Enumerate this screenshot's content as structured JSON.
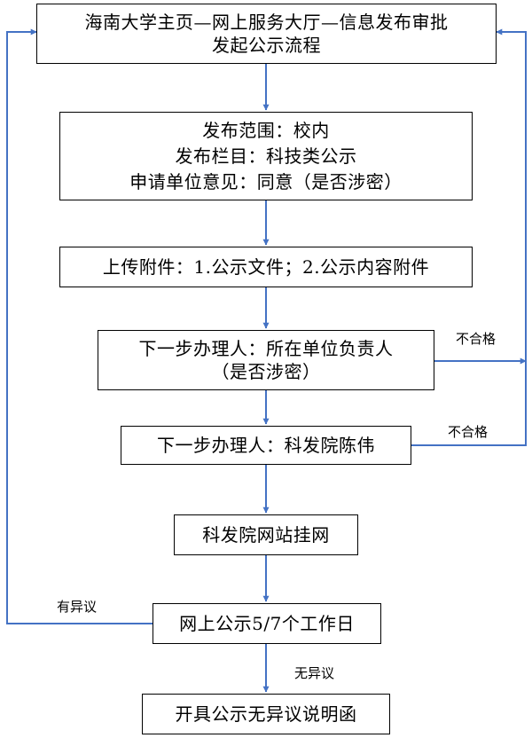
{
  "colors": {
    "arrow": "#4472C4",
    "border": "#000000",
    "background": "#FFFFFF"
  },
  "nodes": {
    "start": {
      "line1": "海南大学主页—网上服务大厅—信息发布审批",
      "line2": "发起公示流程"
    },
    "scope": {
      "line1": "发布范围：校内",
      "line2": "发布栏目：科技类公示",
      "line3": "申请单位意见：同意（是否涉密）"
    },
    "upload": {
      "text": "上传附件：1.公示文件；2.公示内容附件"
    },
    "unit_head": {
      "line1": "下一步办理人：所在单位负责人",
      "line2": "（是否涉密）"
    },
    "chen": {
      "text": "下一步办理人：科发院陈伟"
    },
    "website": {
      "text": "科发院网站挂网"
    },
    "publicity": {
      "text": "网上公示5/7个工作日"
    },
    "certificate": {
      "text": "开具公示无异议说明函"
    }
  },
  "labels": {
    "unqualified_1": "不合格",
    "unqualified_2": "不合格",
    "objection": "有异议",
    "no_objection": "无异议"
  }
}
